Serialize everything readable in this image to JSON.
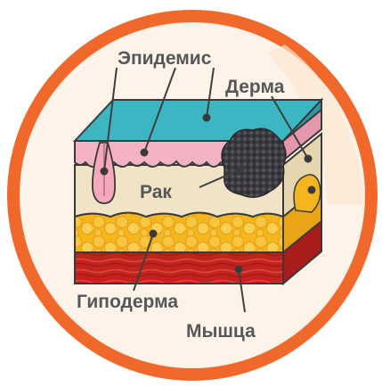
{
  "labels": {
    "epidermis": "Эпидемис",
    "dermis": "Дерма",
    "cancer": "Рак",
    "hypodermis": "Гиподерма",
    "muscle": "Мышца"
  },
  "colors": {
    "ring": "#f0692b",
    "disc": "#fdf3e9",
    "epidermis_top": "#3cb6c3",
    "epidermis_side": "#2d97a5",
    "epidermis_pink": "#f3b3c4",
    "dermis": "#f1e4c6",
    "hypodermis": "#f5b51d",
    "muscle": "#c3231f",
    "tumor": "#3a3a40",
    "outline": "#3a3a3a",
    "label_text": "#55575b"
  }
}
